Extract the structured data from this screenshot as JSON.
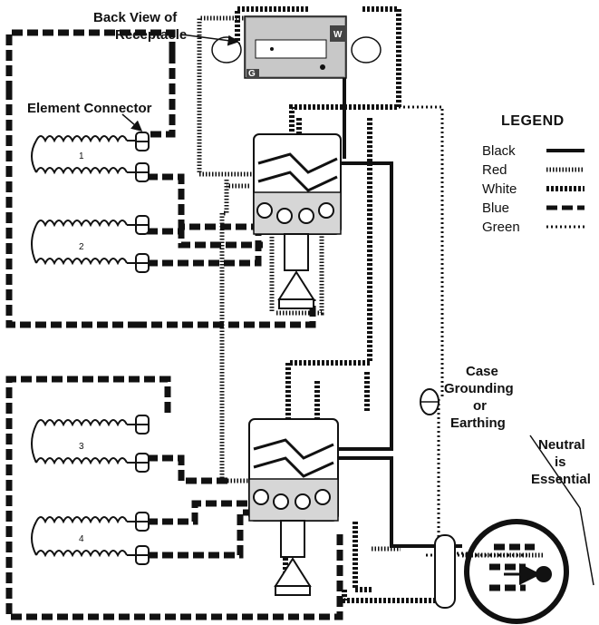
{
  "labels": {
    "back_view_line1": "Back View of",
    "back_view_line2": "Receptacle",
    "element_connector": "Element Connector",
    "case_line1": "Case",
    "case_line2": "Grounding",
    "case_line3": "or",
    "case_line4": "Earthing",
    "neutral_line1": "Neutral",
    "neutral_line2": "is",
    "neutral_line3": "Essential"
  },
  "receptacle_marks": {
    "w": "W",
    "g": "G"
  },
  "elements": [
    "1",
    "2",
    "3",
    "4"
  ],
  "legend": {
    "title": "LEGEND",
    "items": [
      {
        "label": "Black",
        "style": "solid"
      },
      {
        "label": "Red",
        "style": "dotted"
      },
      {
        "label": "White",
        "style": "hatched"
      },
      {
        "label": "Blue",
        "style": "dashed"
      },
      {
        "label": "Green",
        "style": "crosses"
      }
    ]
  },
  "colors": {
    "ink": "#111111",
    "paper": "#ffffff"
  }
}
